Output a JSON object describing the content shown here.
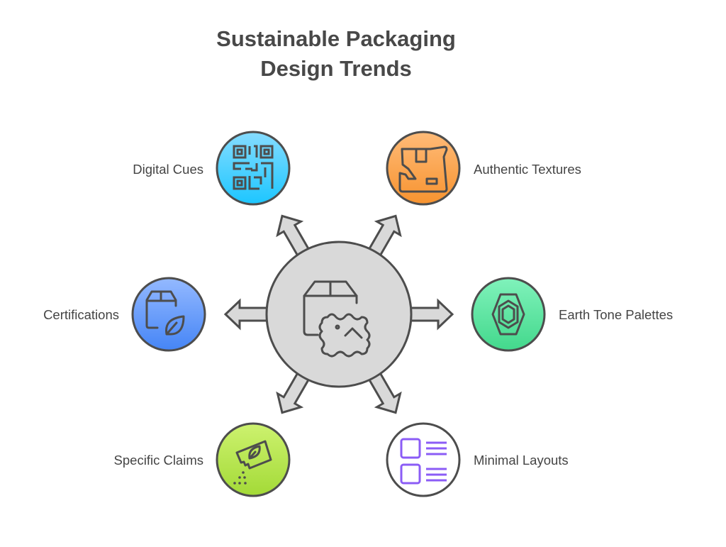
{
  "title": {
    "line1": "Sustainable Packaging",
    "line2": "Design Trends"
  },
  "center": {
    "icon": "box-image-icon",
    "fill": "#d9d9d9"
  },
  "items": [
    {
      "label": "Digital Cues",
      "icon": "qr-code-icon",
      "colors": [
        "#86dcff",
        "#1cc6ff"
      ]
    },
    {
      "label": "Authentic Textures",
      "icon": "torn-box-icon",
      "colors": [
        "#ffbb78",
        "#f7932f"
      ]
    },
    {
      "label": "Certifications",
      "icon": "box-leaf-icon",
      "colors": [
        "#94b9ff",
        "#4585f6"
      ]
    },
    {
      "label": "Earth Tone Palettes",
      "icon": "hexagon-icon",
      "colors": [
        "#80f2bb",
        "#43d88c"
      ]
    },
    {
      "label": "Specific Claims",
      "icon": "leaf-tag-icon",
      "colors": [
        "#cdf26f",
        "#a3da37"
      ]
    },
    {
      "label": "Minimal Layouts",
      "icon": "layout-list-icon",
      "colors": [
        "#ffffff",
        "#ffffff"
      ]
    }
  ]
}
